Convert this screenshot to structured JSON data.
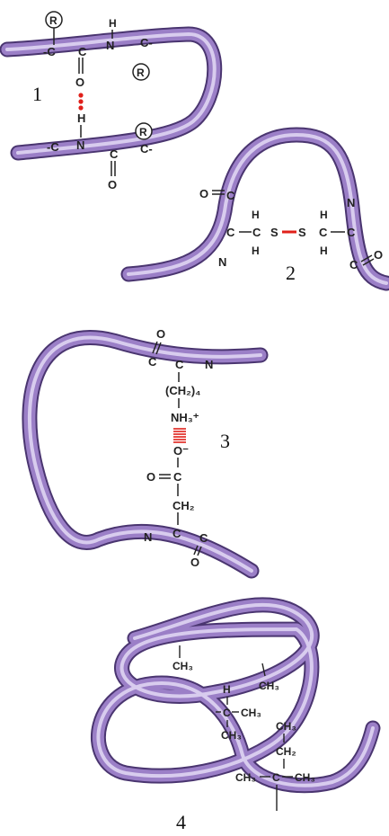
{
  "colors": {
    "backbone": "#9b7fc7",
    "backbone_outline": "#4a3570",
    "backbone_highlight": "#d8ccee",
    "bond": "#e0201a",
    "text": "#222222"
  },
  "panel1": {
    "number": "1",
    "top_chain": {
      "c1": "-C",
      "c2": "C",
      "n": "N",
      "c3": "C-",
      "r1": "R",
      "r2": "R",
      "h": "H",
      "o": "O"
    },
    "bottom_chain": {
      "c1": "-C",
      "n": "N",
      "c2": "C",
      "c3": "C-",
      "r": "R",
      "h": "H",
      "o": "O"
    }
  },
  "panel2": {
    "number": "2",
    "left": {
      "o": "O",
      "c1": "C",
      "c2": "C",
      "n": "N",
      "h1": "H",
      "c3": "C",
      "h2": "H",
      "s": "S"
    },
    "right": {
      "s": "S",
      "h1": "H",
      "c1": "C",
      "h2": "H",
      "c2": "C",
      "n": "N",
      "c3": "C",
      "o": "O"
    }
  },
  "panel3": {
    "number": "3",
    "top": {
      "o": "O",
      "c1": "C",
      "c2": "C",
      "n": "N",
      "chain": "(CH₂)₄",
      "amine": "NH₃⁺"
    },
    "bottom": {
      "carboxylate": "O⁻",
      "o_double": "O",
      "c": "C",
      "ch2": "CH₂",
      "n": "N",
      "c1": "C",
      "c2": "C",
      "o": "O"
    }
  },
  "panel4": {
    "number": "4",
    "groups": {
      "ch3_a": "CH₃",
      "ch3_b": "CH₃",
      "h": "H",
      "c_mid": "C",
      "ch3_c": "CH₃",
      "ch3_d": "CH₃",
      "ch3_e": "CH₃",
      "ch2": "CH₂",
      "ch3_f": "CH₃",
      "c_low": "C",
      "ch3_g": "CH₃"
    }
  }
}
